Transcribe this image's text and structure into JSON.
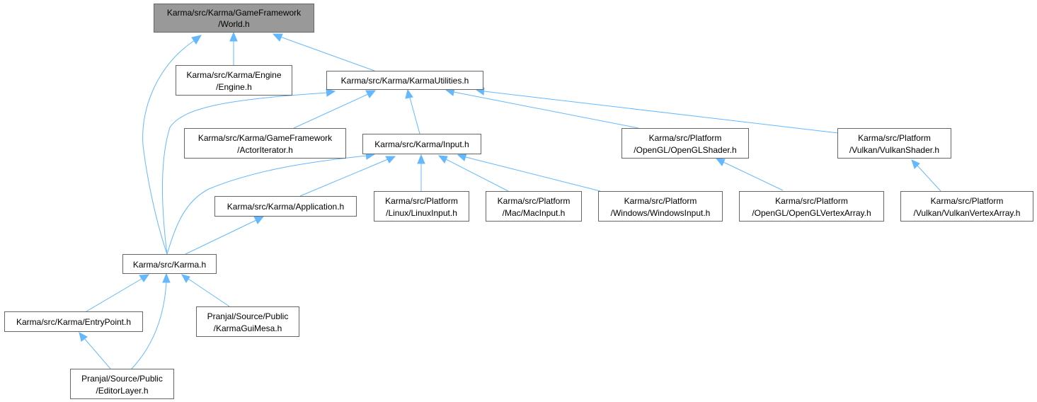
{
  "colors": {
    "edge": "#63b8ff",
    "node_border": "#666666",
    "root_fill": "#999999",
    "node_fill": "#ffffff"
  },
  "nodes": {
    "world": {
      "lines": [
        "Karma/src/Karma/GameFramework",
        "/World.h"
      ]
    },
    "engine": {
      "lines": [
        "Karma/src/Karma/Engine",
        "/Engine.h"
      ]
    },
    "karma_utilities": {
      "lines": [
        "Karma/src/Karma/KarmaUtilities.h"
      ]
    },
    "actor_iterator": {
      "lines": [
        "Karma/src/Karma/GameFramework",
        "/ActorIterator.h"
      ]
    },
    "input": {
      "lines": [
        "Karma/src/Karma/Input.h"
      ]
    },
    "opengl_shader": {
      "lines": [
        "Karma/src/Platform",
        "/OpenGL/OpenGLShader.h"
      ]
    },
    "vulkan_shader": {
      "lines": [
        "Karma/src/Platform",
        "/Vulkan/VulkanShader.h"
      ]
    },
    "application": {
      "lines": [
        "Karma/src/Karma/Application.h"
      ]
    },
    "linux_input": {
      "lines": [
        "Karma/src/Platform",
        "/Linux/LinuxInput.h"
      ]
    },
    "mac_input": {
      "lines": [
        "Karma/src/Platform",
        "/Mac/MacInput.h"
      ]
    },
    "windows_input": {
      "lines": [
        "Karma/src/Platform",
        "/Windows/WindowsInput.h"
      ]
    },
    "opengl_vertex_array": {
      "lines": [
        "Karma/src/Platform",
        "/OpenGL/OpenGLVertexArray.h"
      ]
    },
    "vulkan_vertex_array": {
      "lines": [
        "Karma/src/Platform",
        "/Vulkan/VulkanVertexArray.h"
      ]
    },
    "karma": {
      "lines": [
        "Karma/src/Karma.h"
      ]
    },
    "entry_point": {
      "lines": [
        "Karma/src/Karma/EntryPoint.h"
      ]
    },
    "karma_gui_mesa": {
      "lines": [
        "Pranjal/Source/Public",
        "/KarmaGuiMesa.h"
      ]
    },
    "editor_layer": {
      "lines": [
        "Pranjal/Source/Public",
        "/EditorLayer.h"
      ]
    }
  }
}
